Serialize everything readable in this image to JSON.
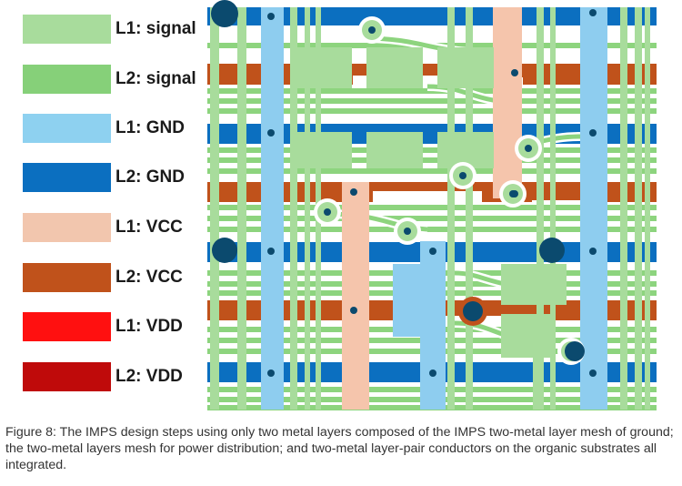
{
  "legend": [
    {
      "label": "L1: signal",
      "color": "#a8dc9c"
    },
    {
      "label": "L2: signal",
      "color": "#86d079"
    },
    {
      "label": "L1: GND",
      "color": "#8ed1f0"
    },
    {
      "label": "L2: GND",
      "color": "#0b6fc0"
    },
    {
      "label": "L1: VCC",
      "color": "#f2c6ae"
    },
    {
      "label": "L2: VCC",
      "color": "#c0521b"
    },
    {
      "label": "L1: VDD",
      "color": "#ff1010"
    },
    {
      "label": "L2: VDD",
      "color": "#bf0a0a"
    }
  ],
  "colors": {
    "signal_l1": "#a8dc9c",
    "signal_l2": "#8dd47e",
    "gnd_l1": "#8ecdef",
    "gnd_l2": "#0b6fc0",
    "vcc_l1": "#f5c5ac",
    "vcc_l2": "#c0521b",
    "via": "#0b4a6e"
  },
  "caption": "Figure 8: The IMPS design steps using only two metal layers composed of the IMPS two-metal layer mesh of ground; the two-metal layers mesh for power distribution; and two-metal layer-pair conductors on the organic substrates all integrated."
}
